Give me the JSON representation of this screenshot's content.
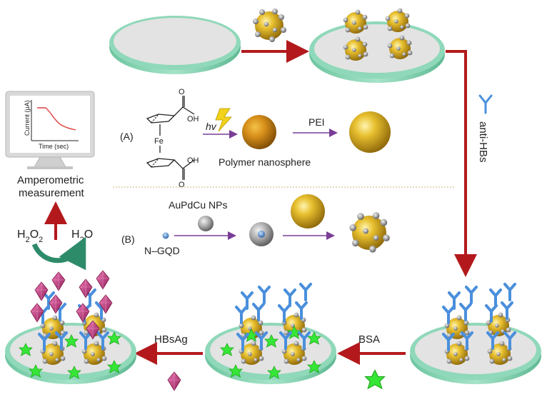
{
  "labels": {
    "current_axis": "Current (μA)",
    "time_axis": "Time (sec)",
    "amperometric_line1": "Amperometric",
    "amperometric_line2": "measurement",
    "h2o2_main": "H",
    "h2o2_sub1": "2",
    "h2o2_mid": "O",
    "h2o2_sub2": "2",
    "h2o_main": "H",
    "h2o_sub": "2",
    "h2o_end": "O",
    "panel_a": "(A)",
    "panel_b": "(B)",
    "fe": "Fe",
    "oh_top": "OH",
    "oh_bottom": "OH",
    "o_top": "O",
    "o_bottom": "O",
    "hv": "hv",
    "pei": "PEI",
    "polymer_nanosphere": "Polymer nanosphere",
    "aupdcu_nps": "AuPdCu NPs",
    "n_gqd": "N–GQD",
    "anti_hbs": "anti-HBs",
    "bsa": "BSA",
    "hbsag": "HBsAg"
  },
  "colors": {
    "arrow_red": "#b3191c",
    "arrow_purple": "#7a3d96",
    "disk_rim": "#7fcfae",
    "disk_face": "#e3e3e3",
    "gold": "#d8a814",
    "antibody_blue": "#4a8fdc",
    "bsa_green": "#36e636",
    "antigen_pink": "#c23a7a",
    "curve_green": "#2e8b6a",
    "plot_curve": "#e04040"
  }
}
